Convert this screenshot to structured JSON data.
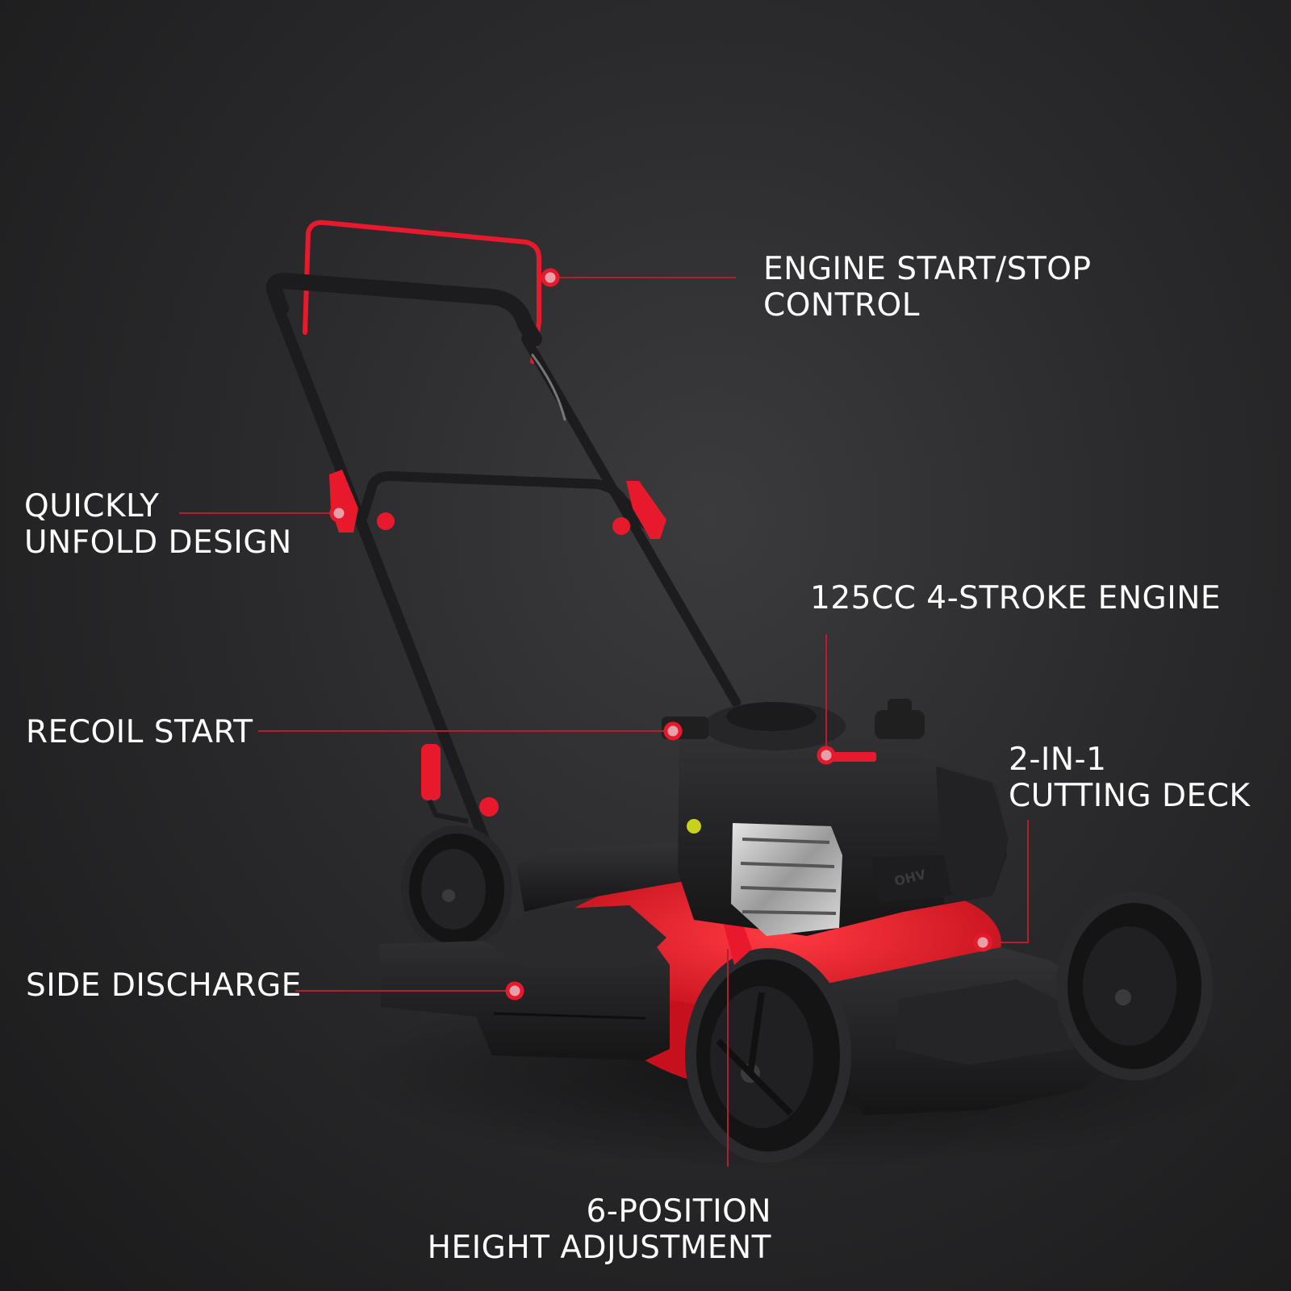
{
  "colors": {
    "accent": "#e8192c",
    "leader_line": "#b2202e",
    "marker_dot": "#e8a0a8",
    "body_black": "#1c1c1e",
    "text": "#ffffff"
  },
  "callouts": [
    {
      "id": "engine-start-stop",
      "lines": [
        "ENGINE START/STOP",
        "CONTROL"
      ]
    },
    {
      "id": "quickly-unfold",
      "lines": [
        "QUICKLY",
        "UNFOLD DESIGN"
      ]
    },
    {
      "id": "engine-125cc",
      "lines": [
        "125CC 4-STROKE ENGINE"
      ]
    },
    {
      "id": "recoil-start",
      "lines": [
        "RECOIL START"
      ]
    },
    {
      "id": "cutting-deck",
      "lines": [
        "2-IN-1",
        "CUTTING DECK"
      ]
    },
    {
      "id": "side-discharge",
      "lines": [
        "SIDE DISCHARGE"
      ]
    },
    {
      "id": "height-adjust",
      "lines": [
        "6-POSITION",
        "HEIGHT ADJUSTMENT"
      ]
    }
  ],
  "product": {
    "engine_badge": "OHV"
  }
}
